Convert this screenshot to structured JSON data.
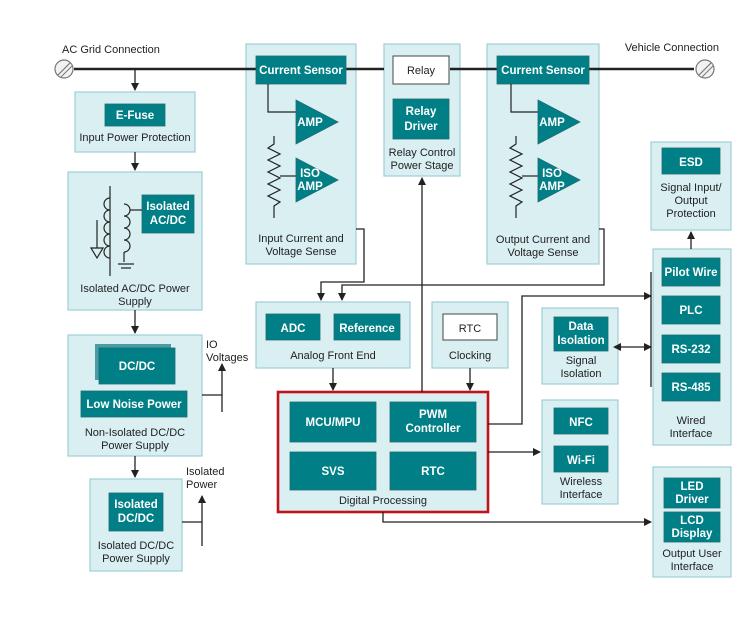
{
  "labels": {
    "ac_grid": "AC Grid Connection",
    "vehicle": "Vehicle Connection",
    "io_voltages": [
      "IO",
      "Voltages"
    ],
    "isolated_power": [
      "Isolated",
      "Power"
    ]
  },
  "blocks": {
    "efuse": {
      "chip": "E-Fuse",
      "caption": "Input Power Protection"
    },
    "acdc": {
      "chip": [
        "Isolated",
        "AC/DC"
      ],
      "caption": [
        "Isolated AC/DC Power",
        "Supply"
      ]
    },
    "nonisolated": {
      "dcdc": "DC/DC",
      "lownoise": "Low Noise Power",
      "caption": [
        "Non-Isolated DC/DC",
        "Power Supply"
      ]
    },
    "isodcdc": {
      "chip": [
        "Isolated",
        "DC/DC"
      ],
      "caption": [
        "Isolated DC/DC",
        "Power Supply"
      ]
    },
    "input_sense": {
      "sensor": "Current Sensor",
      "amp": "AMP",
      "iso_amp": [
        "ISO",
        "AMP"
      ],
      "caption": [
        "Input Current and",
        "Voltage Sense"
      ]
    },
    "relay": {
      "relay": "Relay",
      "driver": [
        "Relay",
        "Driver"
      ],
      "caption": [
        "Relay Control",
        "Power Stage"
      ]
    },
    "output_sense": {
      "sensor": "Current Sensor",
      "amp": "AMP",
      "iso_amp": [
        "ISO",
        "AMP"
      ],
      "caption": [
        "Output Current and",
        "Voltage Sense"
      ]
    },
    "esd": {
      "chip": "ESD",
      "caption": [
        "Signal Input/",
        "Output",
        "Protection"
      ]
    },
    "afe": {
      "adc": "ADC",
      "reference": "Reference",
      "caption": "Analog Front End"
    },
    "clocking": {
      "chip": "RTC",
      "caption": "Clocking"
    },
    "signal_iso": {
      "chip": [
        "Data",
        "Isolation"
      ],
      "caption": [
        "Signal",
        "Isolation"
      ]
    },
    "wired": {
      "items": [
        "Pilot Wire",
        "PLC",
        "RS-232",
        "RS-485"
      ],
      "caption": [
        "Wired",
        "Interface"
      ]
    },
    "digital": {
      "items": [
        "MCU/MPU",
        "PWM\nController",
        "SVS",
        "RTC"
      ],
      "caption": "Digital Processing"
    },
    "wireless": {
      "items": [
        "NFC",
        "Wi-Fi"
      ],
      "caption": [
        "Wireless",
        "Interface"
      ]
    },
    "output_ui": {
      "items": [
        [
          "LED",
          "Driver"
        ],
        [
          "LCD",
          "Display"
        ]
      ],
      "caption": [
        "Output User",
        "Interface"
      ]
    }
  },
  "colors": {
    "panel": "#d9eff2",
    "teal": "#007f86",
    "highlight": "#c0141c"
  }
}
